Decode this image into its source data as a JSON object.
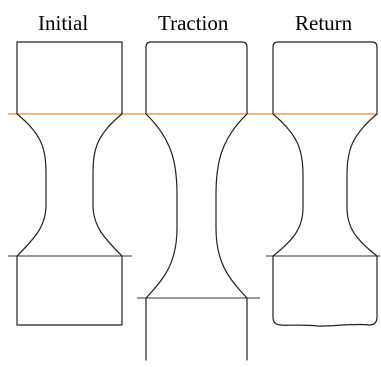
{
  "diagram": {
    "panels": [
      {
        "id": "initial",
        "label": "Initial"
      },
      {
        "id": "traction",
        "label": "Traction"
      },
      {
        "id": "return",
        "label": "Return"
      }
    ],
    "colors": {
      "reference_line": "#e0902a",
      "outline": "#222222",
      "lower_line": "#333333"
    }
  }
}
